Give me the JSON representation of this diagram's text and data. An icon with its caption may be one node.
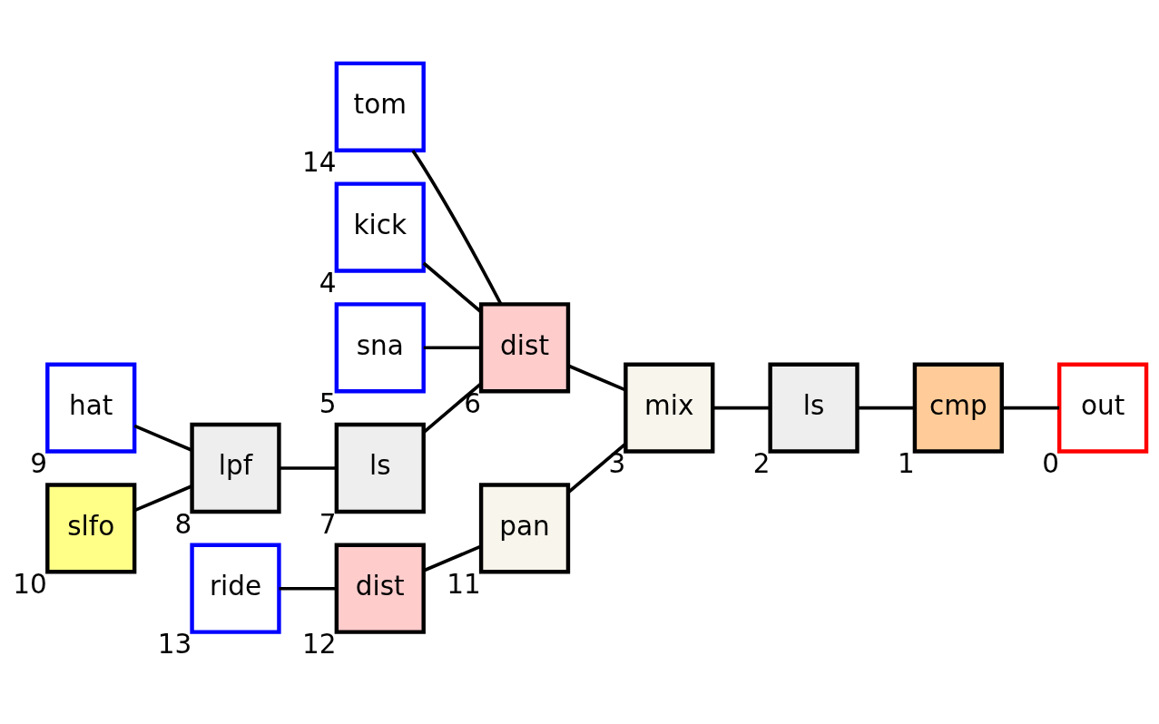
{
  "diagram": {
    "nodes": [
      {
        "text": [
          "kick"
        ],
        "beside": [
          "4"
        ]
      },
      {
        "text": [
          "sna"
        ],
        "beside": [
          "5"
        ]
      },
      {
        "text": [
          "hat"
        ],
        "beside": [
          "9"
        ]
      },
      {
        "text": [
          "lpf"
        ],
        "beside": [
          "8"
        ]
      },
      {
        "text": [
          "ls"
        ],
        "beside": [
          "7"
        ]
      },
      {
        "text": [
          "dist"
        ],
        "beside": [
          "6"
        ]
      },
      {
        "text": [
          "mix"
        ],
        "beside": [
          "3"
        ]
      },
      {
        "text": [
          "ls"
        ],
        "beside": [
          "2"
        ]
      },
      {
        "text": [
          "cmp"
        ],
        "beside": [
          "1"
        ]
      },
      {
        "text": [
          "out"
        ],
        "beside": [
          "0"
        ]
      },
      {
        "text": [
          "slfo"
        ],
        "beside": [
          "10"
        ]
      },
      {
        "text": [
          "tom"
        ],
        "beside": [
          "14"
        ]
      },
      {
        "text": [
          "ride"
        ],
        "beside": [
          "13"
        ]
      },
      {
        "text": [
          "dist"
        ],
        "beside": [
          "12"
        ]
      },
      {
        "text": [
          "pan"
        ],
        "beside": [
          "11"
        ]
      }
    ],
    "edges": [
      {
        "from": 0,
        "to": 5,
        "arrow": "none"
      },
      {
        "from": 1,
        "to": 5,
        "arrow": "none"
      },
      {
        "from": 2,
        "to": 3,
        "arrow": "none"
      },
      {
        "from": 10,
        "to": 3,
        "arrow": "none"
      },
      {
        "from": 3,
        "to": 4,
        "arrow": "none"
      },
      {
        "from": 4,
        "to": 5,
        "arrow": "none"
      },
      {
        "from": 11,
        "to": 5,
        "arrow": "none"
      },
      {
        "from": 5,
        "to": 6,
        "arrow": "none"
      },
      {
        "from": 14,
        "to": 6,
        "arrow": "none"
      },
      {
        "from": 6,
        "to": 7,
        "arrow": "none"
      },
      {
        "from": 7,
        "to": 8,
        "arrow": "none"
      },
      {
        "from": 8,
        "to": 9,
        "arrow": "none"
      },
      {
        "from": 12,
        "to": 13,
        "arrow": "none"
      },
      {
        "from": 13,
        "to": 14,
        "arrow": "none"
      }
    ]
  }
}
